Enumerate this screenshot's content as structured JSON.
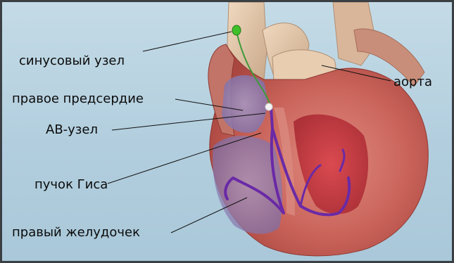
{
  "diagram": {
    "labels": {
      "sinus_node": "синусовый узел",
      "aorta": "аорта",
      "right_atrium": "правое предсердие",
      "av_node": "АВ-узел",
      "bundle_of_his": "пучок Гиса",
      "right_ventricle": "правый желудочек"
    },
    "colors": {
      "background": "#b9d4e2",
      "heart_tissue": "#c9635a",
      "conduction_path": "#6a2aa6",
      "sinus_node_marker": "#3fbf2a",
      "av_node_marker": "#f4f4f4",
      "leader_lines": "#111111"
    }
  }
}
